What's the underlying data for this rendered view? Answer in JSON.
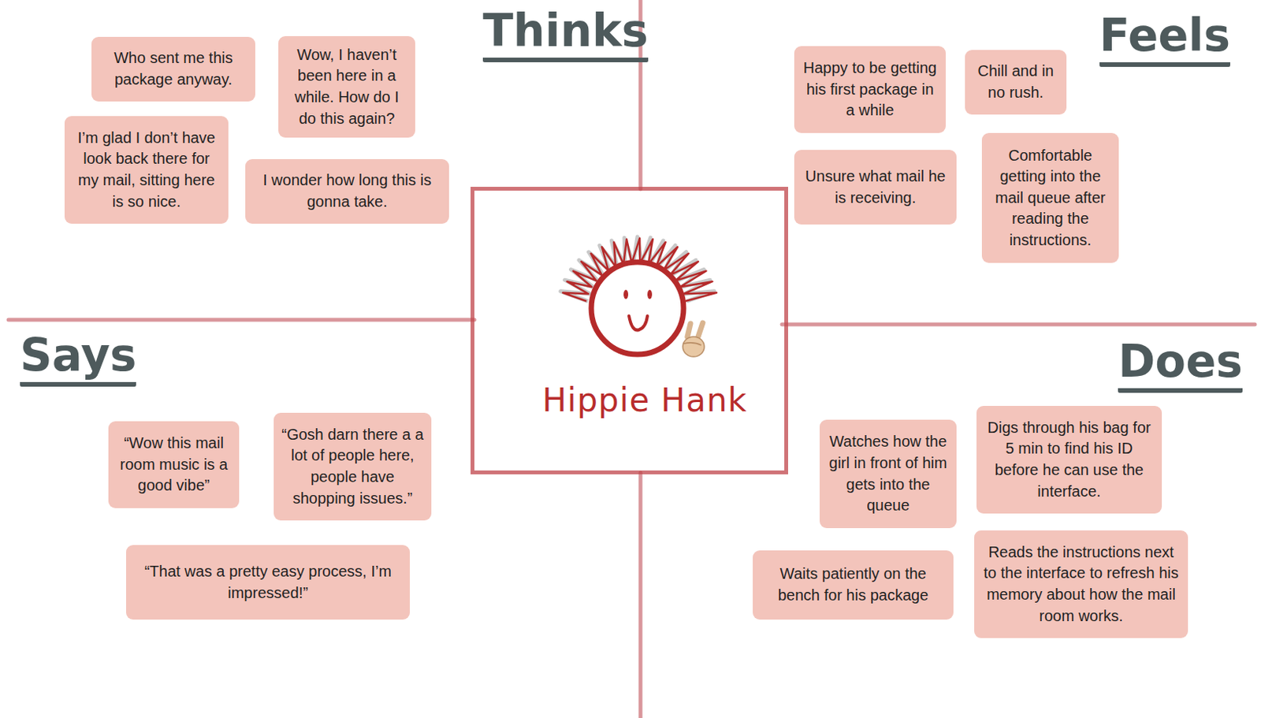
{
  "diagram": {
    "nodes": [
      {
        "text": [
          "Hippie Hank"
        ]
      },
      {
        "text": [
          "Who sent me this package anyway."
        ]
      },
      {
        "text": [
          "Wow, I haven’t been here in a while. How do I do this again?"
        ]
      },
      {
        "text": [
          "I’m glad I don’t have look back there for my mail, sitting here is so nice."
        ]
      },
      {
        "text": [
          "I wonder how long this is gonna take."
        ]
      },
      {
        "text": [
          "Happy to be getting his first package in a while"
        ]
      },
      {
        "text": [
          "Chill and in no rush."
        ]
      },
      {
        "text": [
          "Unsure what mail he is receiving."
        ]
      },
      {
        "text": [
          "Comfortable getting into the mail queue after reading the instructions."
        ]
      },
      {
        "text": [
          "“Wow this mail room music is a good vibe”"
        ]
      },
      {
        "text": [
          "“Gosh darn there a a lot of people here, people have shopping issues.”"
        ]
      },
      {
        "text": [
          "“That was a pretty easy process, I’m impressed!”"
        ]
      },
      {
        "text": [
          "Watches how the girl in front of him gets into the queue"
        ]
      },
      {
        "text": [
          "Digs through his bag for 5 min to find his ID before he can use the interface."
        ]
      },
      {
        "text": [
          "Waits patiently on the bench for his package"
        ]
      },
      {
        "text": [
          "Reads the instructions next to the interface to refresh his memory about how the mail room works."
        ]
      }
    ],
    "labels": [
      "Thinks",
      "Feels",
      "Says",
      "Does"
    ]
  }
}
